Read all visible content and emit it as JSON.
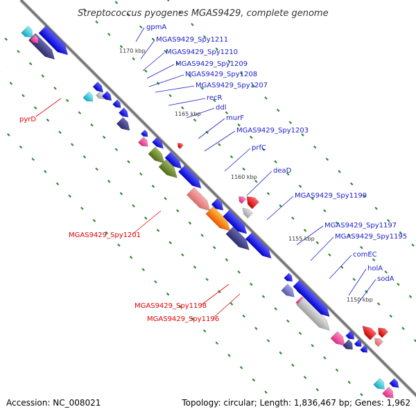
{
  "title": "Streptococcus pyogenes MGAS9429, complete genome",
  "footer": {
    "accession": "Accession: NC_008021",
    "topology": "Topology: circular; Length: 1,836,467 bp; Genes: 1,962"
  },
  "kbp_labels": [
    "1170 kbp",
    "1165 kbp",
    "1160 kbp",
    "1155 kbp",
    "1150 kbp"
  ],
  "forward_gene_labels": [
    "gpmA",
    "MGAS9429_Spy1211",
    "MGAS9429_Spy1210",
    "MGAS9429_Spy1209",
    "MGAS9429_Spy1208",
    "MGAS9429_Spy1207",
    "recR",
    "ddl",
    "murF",
    "MGAS9429_Spy1203",
    "prfC",
    "deaD",
    "MGAS9429_Spy1199",
    "MGAS9429_Spy1197",
    "MGAS9429_Spy1195",
    "comEC",
    "holA",
    "sodA"
  ],
  "reverse_gene_labels": [
    "pyrD",
    "MGAS9429_Spy1201",
    "MGAS9429_Spy1198",
    "MGAS9429_Spy1196"
  ],
  "colors": {
    "forward_label": "#1a1acc",
    "reverse_label": "#dd0000",
    "backbone": "#888888",
    "tick_dot": "#2e8b2e",
    "gene_blue": "#1010ee",
    "gene_navy": "#3d3d8f",
    "gene_gray": "#bbbbbb",
    "gene_pink": "#ee4c9c",
    "gene_salmon": "#ee8a8a",
    "gene_olive": "#6e8e2a",
    "gene_cyan": "#30c8d8",
    "gene_red": "#ee1111",
    "gene_orange": "#ff9900",
    "gene_purple": "#7777cc"
  }
}
